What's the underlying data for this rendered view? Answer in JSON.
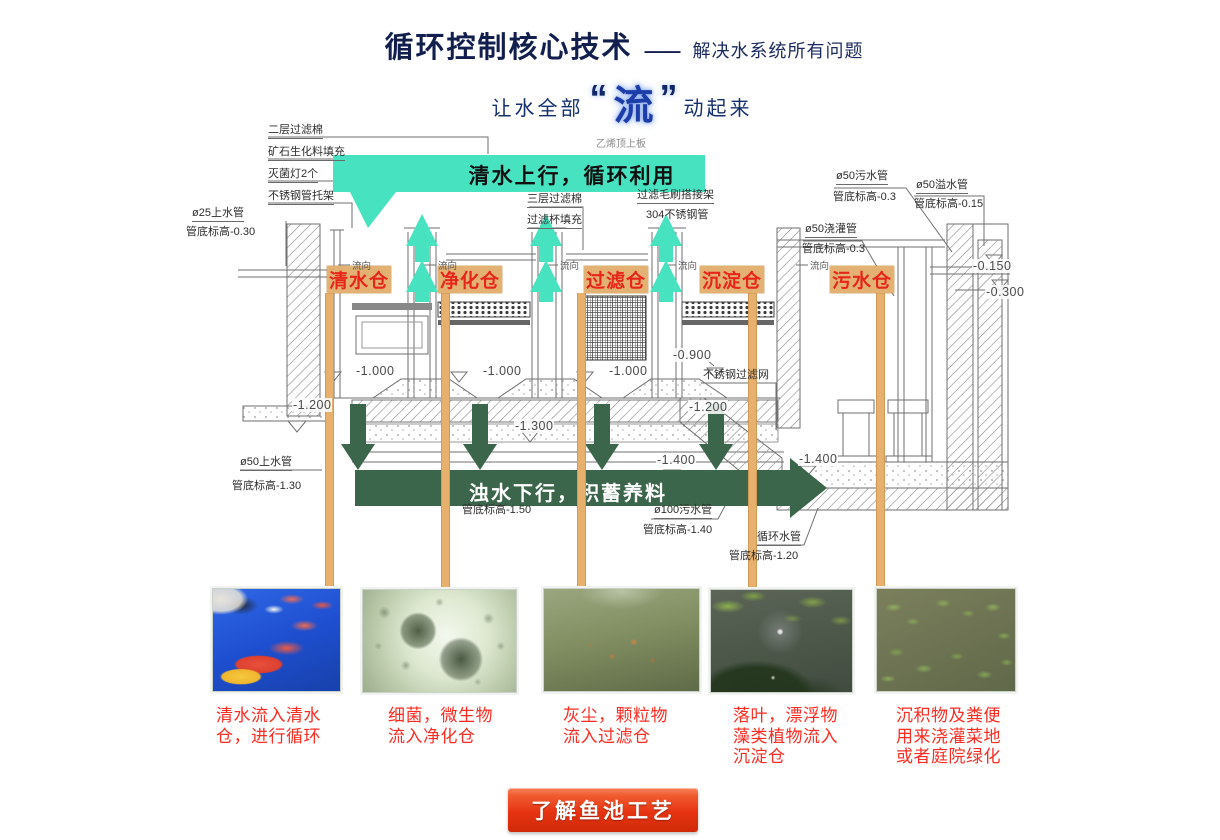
{
  "header": {
    "title": "循环控制核心技术",
    "dash": "——",
    "subtitle": "解决水系统所有问题",
    "tagline": {
      "pre": "让水全部",
      "quote_open": "“",
      "highlight": "流",
      "quote_close": "”",
      "post": "动起来"
    }
  },
  "diagram": {
    "banner_up": "清水上行，循环利用",
    "banner_down": "浊水下行，积蓄养料",
    "chambers": [
      "清水仓",
      "净化仓",
      "过滤仓",
      "沉淀仓",
      "污水仓"
    ],
    "flow": [
      "流向",
      "流向",
      "流向",
      "流向",
      "流向"
    ],
    "annotations": [
      "二层过滤棉",
      "矿石生化料填充",
      "灭菌灯2个",
      "不锈钢管托架",
      "ø25上水管",
      "管底标高-0.30",
      "三层过滤棉",
      "过滤杯填充",
      "乙烯顶上板",
      "过滤毛刷搭接架",
      "304不锈钢管",
      "ø50污水管",
      "管底标高-0.3",
      "ø50溢水管",
      "管底标高-0.15",
      "ø50浇灌管",
      "管底标高-0.3",
      "-0.150",
      "-0.300",
      "-1.000",
      "-1.000",
      "-1.000",
      "-0.900",
      "不锈钢过滤网",
      "-1.200",
      "-1.300",
      "-1.200",
      "-1.400",
      "-1.400",
      "ø50上水管",
      "管底标高-1.30",
      "管底标高-1.50",
      "ø100污水管",
      "管底标高-1.40",
      "循环水管",
      "管底标高-1.20"
    ],
    "colors": {
      "up_banner_teal": "#47e3c1",
      "down_banner_green": "#3b664b",
      "chamber_tag_tan": "#e3b273",
      "chamber_text_red": "#e8251a"
    }
  },
  "photos": [
    {
      "caption": "清水流入清水\n仓，进行循环"
    },
    {
      "caption": "细菌，微生物\n流入净化仓"
    },
    {
      "caption": "灰尘，颗粒物\n流入过滤仓"
    },
    {
      "caption": "落叶，漂浮物\n藻类植物流入\n沉淀仓"
    },
    {
      "caption": "沉积物及粪便\n用来浇灌菜地\n或者庭院绿化"
    }
  ],
  "cta": {
    "label": "了解鱼池工艺"
  }
}
